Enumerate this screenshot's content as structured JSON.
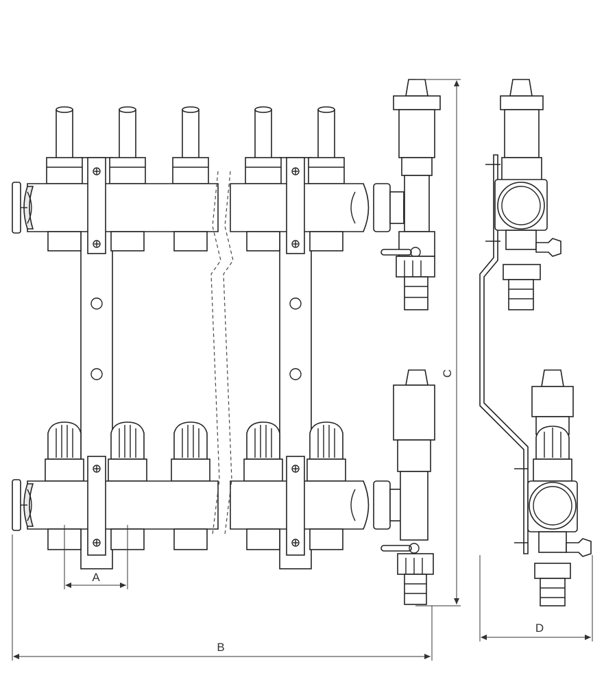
{
  "dimensions": {
    "a_label": "A",
    "b_label": "B",
    "c_label": "C",
    "d_label": "D"
  },
  "front_view": {
    "upper_outlets": 5,
    "lower_outlets": 5,
    "break_in_manifold": true
  },
  "side_view": {
    "bracket": true
  },
  "colors": {
    "line": "#222222",
    "fill": "#ffffff",
    "shade": "#e9e9e9"
  }
}
